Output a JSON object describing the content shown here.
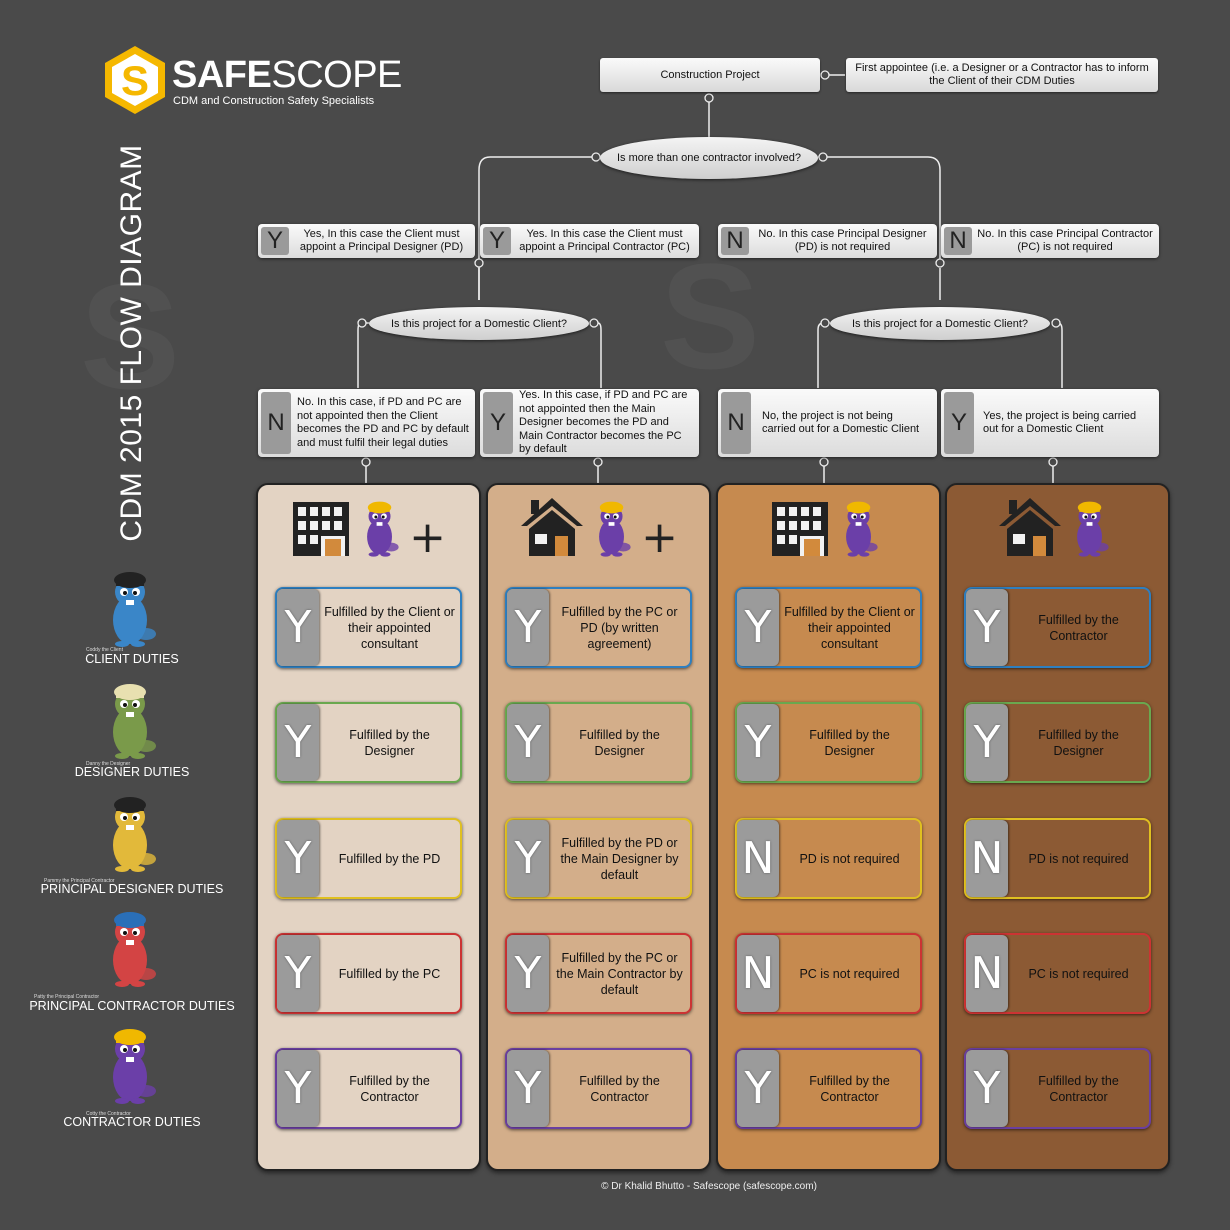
{
  "brand": {
    "name_bold": "SAFE",
    "name_light": "SCOPE",
    "tagline": "CDM and Construction Safety Specialists",
    "logo_letter": "S"
  },
  "side_title": "CDM 2015 FLOW DIAGRAM",
  "flow": {
    "start": "Construction Project",
    "note": "First appointee (i.e. a Designer or a Contractor has to inform the Client of their CDM Duties",
    "q1": "Is more than one contractor involved?",
    "a1": [
      {
        "tag": "Y",
        "text": "Yes, In this case the Client must appoint a Principal Designer (PD)"
      },
      {
        "tag": "Y",
        "text": "Yes. In this case the Client must appoint a Principal Contractor (PC)"
      },
      {
        "tag": "N",
        "text": "No. In this case Principal Designer (PD) is not required"
      },
      {
        "tag": "N",
        "text": "No. In this case Principal Contractor (PC) is not required"
      }
    ],
    "q2_left": "Is this project for a Domestic Client?",
    "q2_right": "Is this project for a Domestic Client?",
    "a2": [
      {
        "tag": "N",
        "text": "No. In this case, if PD and PC are not appointed then the Client becomes the PD and PC by default and must fulfil their legal duties"
      },
      {
        "tag": "Y",
        "text": "Yes. In this case, if PD and PC are not appointed then the Main Designer becomes the PD and Main Contractor becomes the PC by default"
      },
      {
        "tag": "N",
        "text": "No, the project is not being carried out for a Domestic Client"
      },
      {
        "tag": "Y",
        "text": "Yes, the project is being carried out for a Domestic Client"
      }
    ]
  },
  "duties": [
    {
      "label": "CLIENT DUTIES",
      "caption": "Coddy the Client",
      "color": "#2e7fc0"
    },
    {
      "label": "DESIGNER DUTIES",
      "caption": "Danny the Designer",
      "color": "#6aa84f"
    },
    {
      "label": "PRINCIPAL DESIGNER DUTIES",
      "caption": "Pammy the Principal Contractor",
      "color": "#e0c020"
    },
    {
      "label": "PRINCIPAL CONTRACTOR DUTIES",
      "caption": "Patty the Principal Contractor",
      "color": "#cc3333"
    },
    {
      "label": "CONTRACTOR DUTIES",
      "caption": "Cotty the Contractor",
      "color": "#6a3fa0"
    }
  ],
  "columns": [
    {
      "plus": "+",
      "cells": [
        {
          "tag": "Y",
          "text": "Fulfilled by the Client or their appointed consultant"
        },
        {
          "tag": "Y",
          "text": "Fulfilled by the Designer"
        },
        {
          "tag": "Y",
          "text": "Fulfilled by the PD"
        },
        {
          "tag": "Y",
          "text": "Fulfilled by the PC"
        },
        {
          "tag": "Y",
          "text": "Fulfilled by the Contractor"
        }
      ]
    },
    {
      "plus": "+",
      "cells": [
        {
          "tag": "Y",
          "text": "Fulfilled by the PC or PD (by written agreement)"
        },
        {
          "tag": "Y",
          "text": "Fulfilled by the Designer"
        },
        {
          "tag": "Y",
          "text": "Fulfilled by the PD or the Main Designer by default"
        },
        {
          "tag": "Y",
          "text": "Fulfilled by the PC or the Main Contractor by default"
        },
        {
          "tag": "Y",
          "text": "Fulfilled by the Contractor"
        }
      ]
    },
    {
      "plus": "",
      "cells": [
        {
          "tag": "Y",
          "text": "Fulfilled by the Client or their appointed consultant"
        },
        {
          "tag": "Y",
          "text": "Fulfilled by the Designer"
        },
        {
          "tag": "N",
          "text": "PD is not required"
        },
        {
          "tag": "N",
          "text": "PC is not required"
        },
        {
          "tag": "Y",
          "text": "Fulfilled by the Contractor"
        }
      ]
    },
    {
      "plus": "",
      "cells": [
        {
          "tag": "Y",
          "text": "Fulfilled by the Contractor"
        },
        {
          "tag": "Y",
          "text": "Fulfilled by the Designer"
        },
        {
          "tag": "N",
          "text": "PD is not required"
        },
        {
          "tag": "N",
          "text": "PC is not required"
        },
        {
          "tag": "Y",
          "text": "Fulfilled by the Contractor"
        }
      ]
    }
  ],
  "column_colors": [
    "#e3d3c3",
    "#d3ae8a",
    "#c68a4f",
    "#8c5a34"
  ],
  "copyright": "© Dr Khalid Bhutto - Safescope (safescope.com)"
}
